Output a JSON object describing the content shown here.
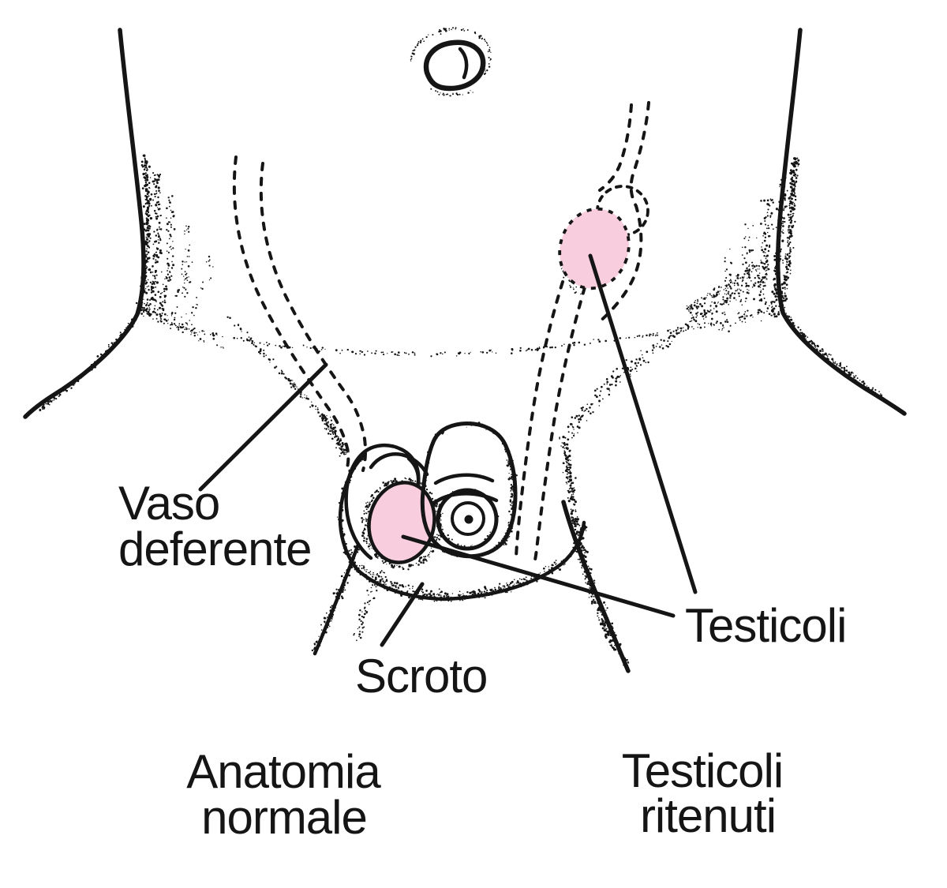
{
  "figure": {
    "kind": "anatomical-line-illustration",
    "labels": {
      "vaso_line1": "Vaso",
      "vaso_line2": "deferente",
      "scroto": "Scroto",
      "testicoli": "Testicoli"
    },
    "captions": {
      "left_line1": "Anatomia",
      "left_line2": "normale",
      "right_line1": "Testicoli",
      "right_line2": "ritenuti"
    },
    "colors": {
      "ink": "#151515",
      "testicle_fill": "#f8cede",
      "background": "#ffffff"
    }
  }
}
